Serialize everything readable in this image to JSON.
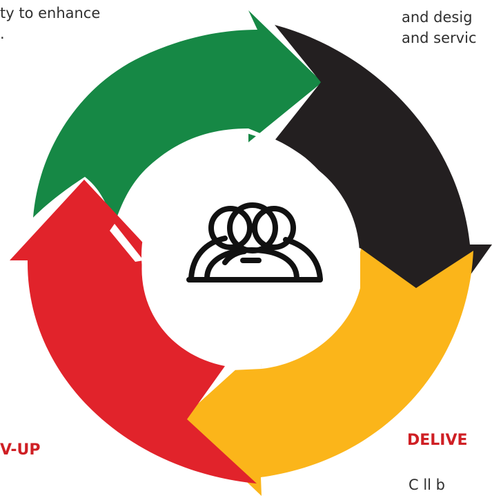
{
  "text_fragments": {
    "top_left_line_1": "ty to enhance",
    "top_left_line_2": ".",
    "top_right_line_1": "and desig",
    "top_right_line_2": "and servic",
    "bottom_right_line": "C ll b"
  },
  "headings": {
    "left": "V-UP",
    "right": "DELIVE"
  },
  "colors": {
    "green": "#168845",
    "black": "#231f20",
    "yellow": "#fbb51a",
    "red": "#e1232b",
    "heading": "#cf1f24",
    "text": "#2f2f2f",
    "icon_stroke": "#111111",
    "background": "#ffffff"
  },
  "center_icon": "people-group-icon"
}
